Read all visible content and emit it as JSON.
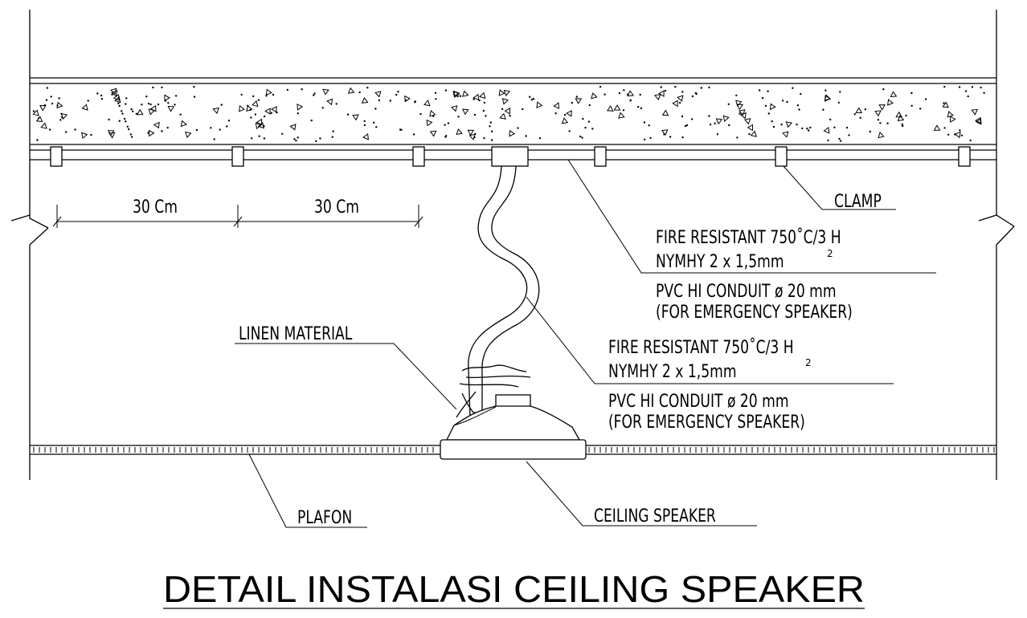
{
  "title": "DETAIL INSTALASI CEILING SPEAKER",
  "dimensions": [
    "30 Cm",
    "30 Cm"
  ],
  "labels": {
    "clamp": "CLAMP",
    "linen": "LINEN MATERIAL",
    "plafon": "PLAFON",
    "ceiling_speaker": "CEILING SPEAKER"
  },
  "callout_upper": {
    "line1": "FIRE RESISTANT 750˚C/3 H",
    "line2": "NYMHY  2 x 1,5mm",
    "line2_sup": "2",
    "line3": "PVC HI CONDUIT ø 20 mm",
    "line4": "(FOR EMERGENCY SPEAKER)"
  },
  "callout_lower": {
    "line1": "FIRE RESISTANT 750˚C/3 H",
    "line2": "NYMHY  2 x 1,5mm",
    "line2_sup": "2",
    "line3": "PVC HI CONDUIT ø 20 mm",
    "line4": "(FOR EMERGENCY SPEAKER)"
  }
}
